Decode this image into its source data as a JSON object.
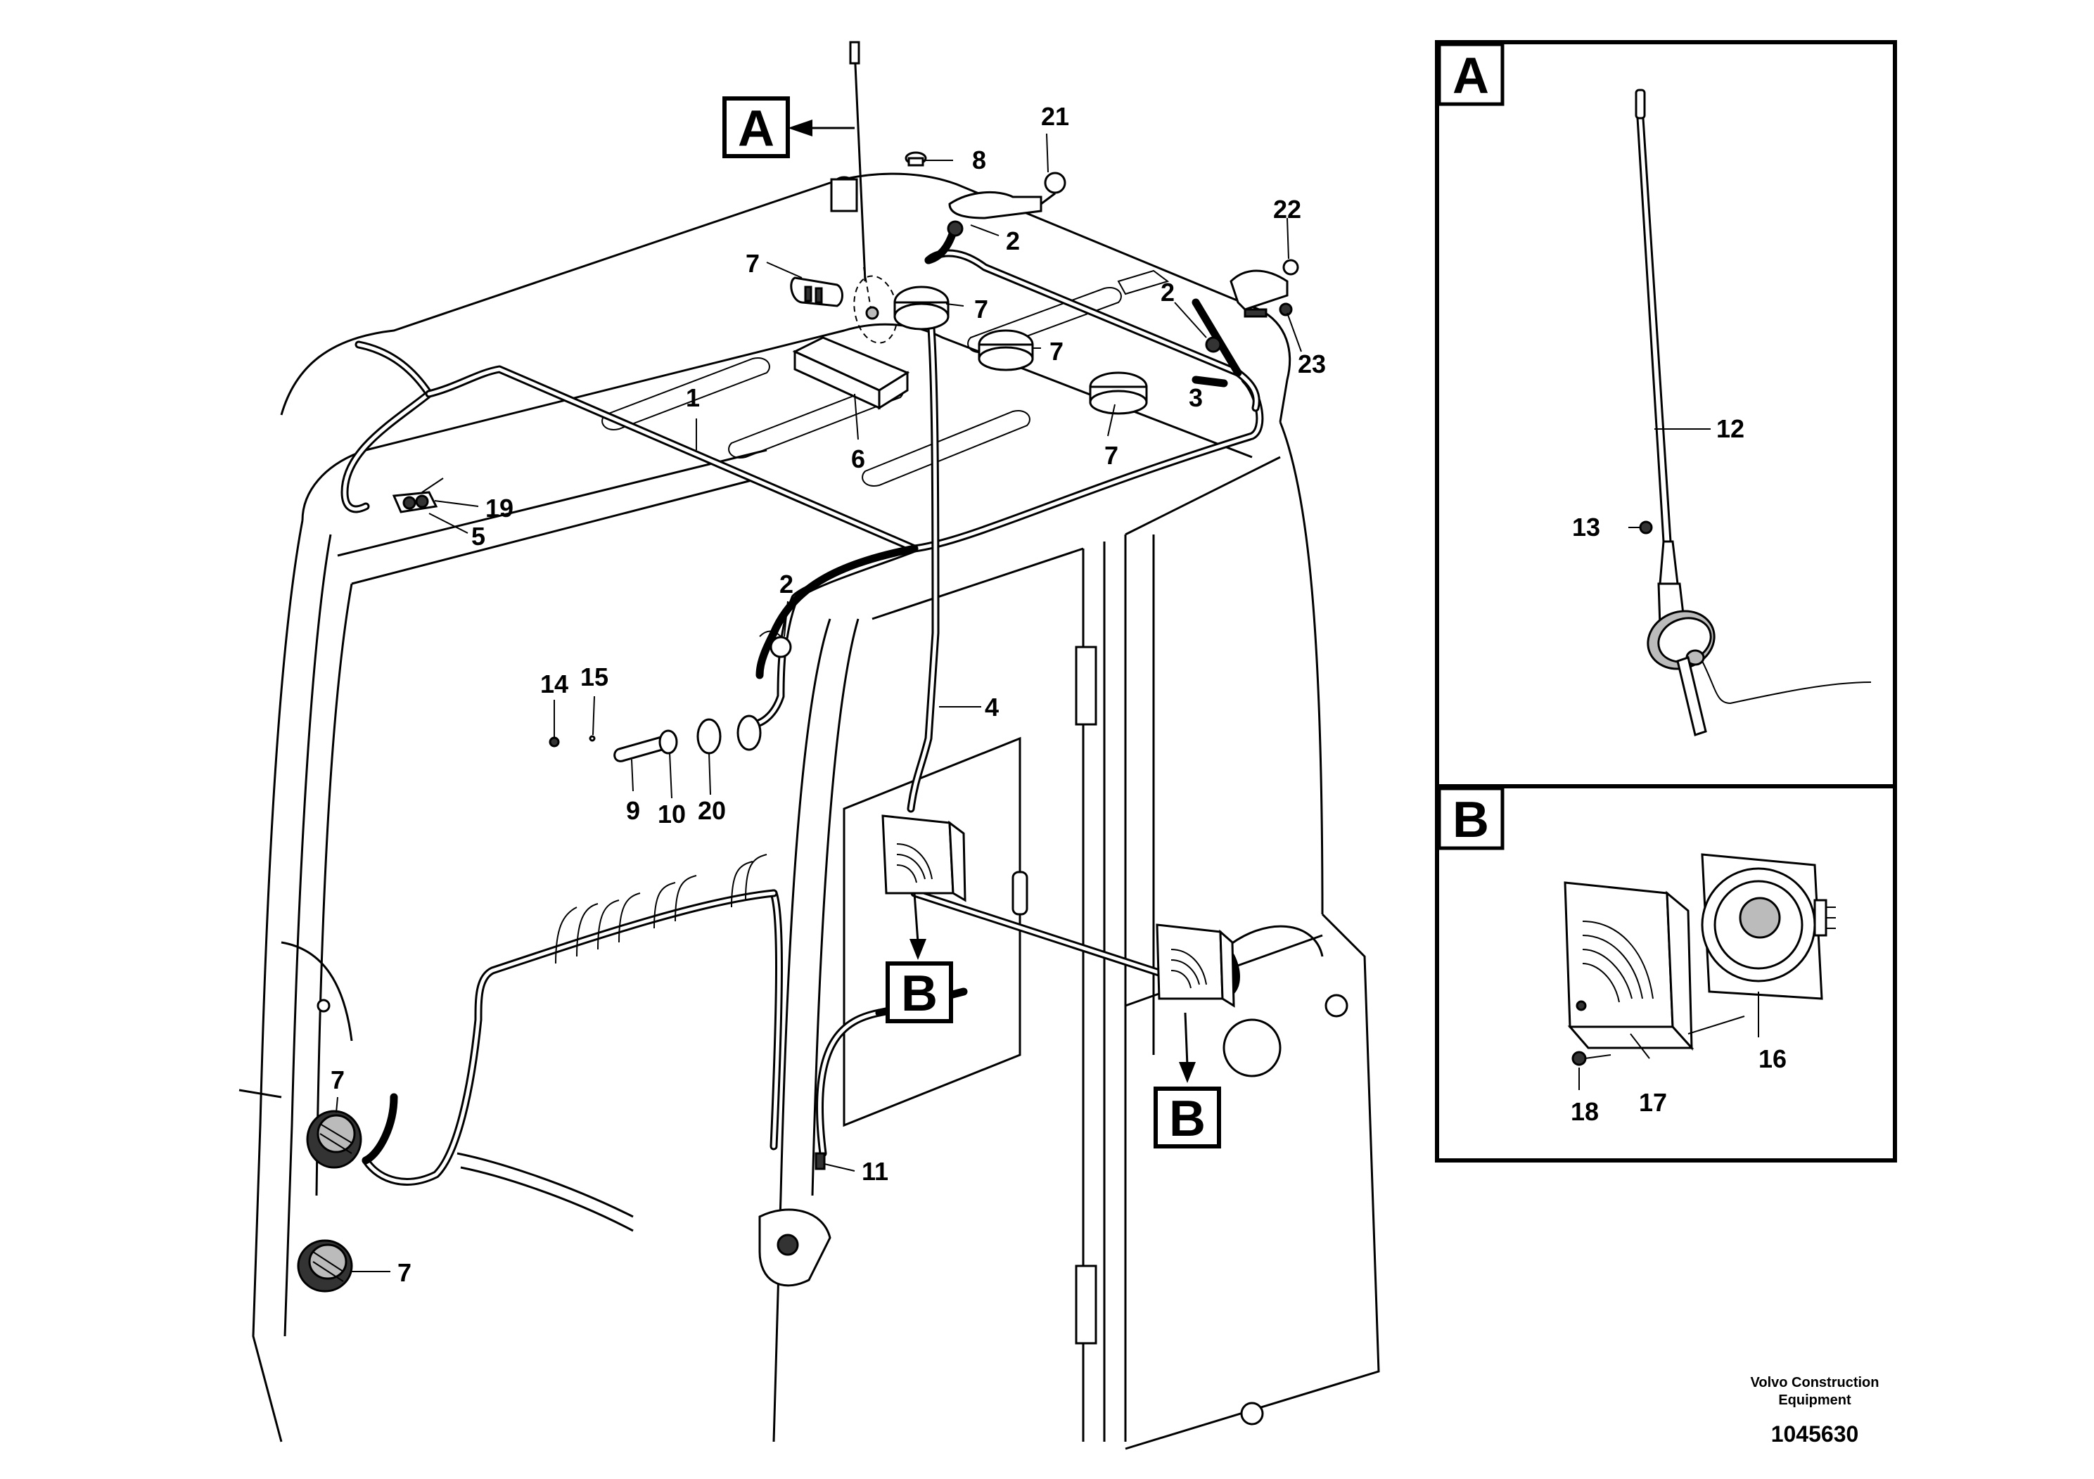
{
  "callouts": {
    "c1": "1",
    "c2a": "2",
    "c2b": "2",
    "c2c": "2",
    "c3": "3",
    "c4": "4",
    "c5": "5",
    "c6": "6",
    "c7a": "7",
    "c7b": "7",
    "c7c": "7",
    "c7d": "7",
    "c7e": "7",
    "c7f": "7",
    "c8": "8",
    "c9": "9",
    "c10": "10",
    "c11": "11",
    "c12": "12",
    "c13": "13",
    "c14": "14",
    "c15": "15",
    "c16": "16",
    "c17": "17",
    "c18": "18",
    "c19": "19",
    "c20": "20",
    "c21": "21",
    "c22": "22",
    "c23": "23"
  },
  "view_labels": {
    "a_main": "A",
    "b_left": "B",
    "b_right": "B",
    "inset_a": "A",
    "inset_b": "B"
  },
  "footer": {
    "company_line1": "Volvo Construction",
    "company_line2": "Equipment",
    "drawing_number": "1045630"
  }
}
